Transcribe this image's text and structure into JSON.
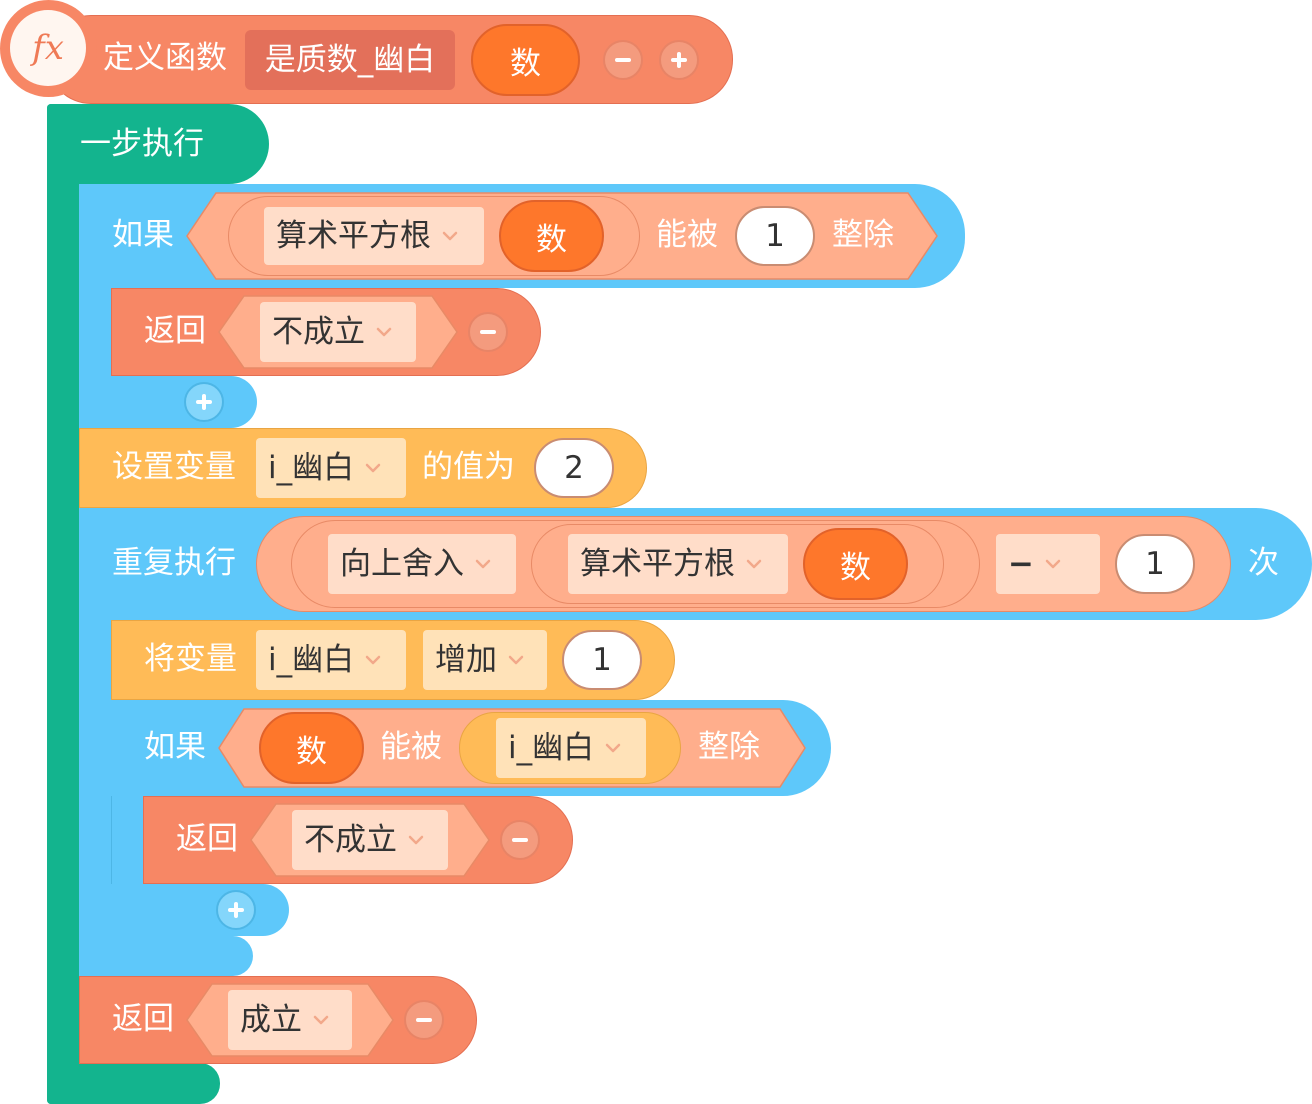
{
  "func": {
    "icon_text": "fx",
    "define_label": "定义函数",
    "name": "是质数_幽白",
    "param": "数"
  },
  "step": {
    "label": "一步执行"
  },
  "if1": {
    "label": "如果",
    "op": "算术平方根",
    "arg": "数",
    "mid": "能被",
    "num": "1",
    "tail": "整除"
  },
  "ret1": {
    "label": "返回",
    "value": "不成立"
  },
  "setvar": {
    "label": "设置变量",
    "var": "i_幽白",
    "mid": "的值为",
    "value": "2"
  },
  "repeat": {
    "label": "重复执行",
    "round": "向上舍入",
    "sqrt": "算术平方根",
    "arg": "数",
    "op": "−",
    "num": "1",
    "tail": "次"
  },
  "inc": {
    "label": "将变量",
    "var": "i_幽白",
    "op": "增加",
    "value": "1"
  },
  "if2": {
    "label": "如果",
    "arg": "数",
    "mid": "能被",
    "var": "i_幽白",
    "tail": "整除"
  },
  "ret2": {
    "label": "返回",
    "value": "不成立"
  },
  "ret3": {
    "label": "返回",
    "value": "成立"
  },
  "colors": {
    "function": "#f78765",
    "control": "#13b48e",
    "logic": "#5ec8fa",
    "variable": "#ffbb57",
    "math": "#ffae8c",
    "param": "#fe772b",
    "dropdown": "#ffddc9"
  },
  "icons": [
    "function-icon",
    "minus-icon",
    "plus-icon",
    "chevron-down-icon"
  ]
}
